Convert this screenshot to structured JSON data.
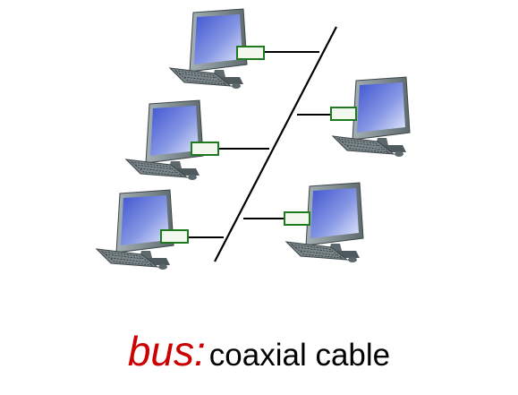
{
  "caption": {
    "keyword": "bus:",
    "description": "coaxial cable"
  },
  "colors": {
    "cable": "#000000",
    "nic_fill": "#f2f8ee",
    "nic_border": "#1e7a1e",
    "screen_top": "#5a6ed8",
    "screen_bottom": "#c9d4f4",
    "monitor_body": "#7c8a90",
    "keyboard": "#6f7a7e",
    "keyword": "#cc0000"
  },
  "nodes": [
    {
      "name": "computer-1",
      "icon": "desktop-computer-icon",
      "side": "left"
    },
    {
      "name": "computer-2",
      "icon": "desktop-computer-icon",
      "side": "left"
    },
    {
      "name": "computer-3",
      "icon": "desktop-computer-icon",
      "side": "left"
    },
    {
      "name": "computer-4",
      "icon": "desktop-computer-icon",
      "side": "right"
    },
    {
      "name": "computer-5",
      "icon": "desktop-computer-icon",
      "side": "right"
    }
  ]
}
